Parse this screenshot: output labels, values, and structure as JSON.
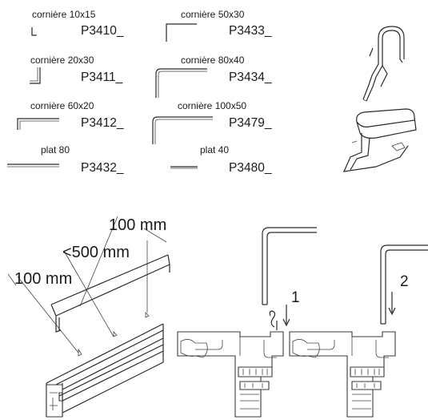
{
  "profiles": [
    {
      "name": "cornière 10x15",
      "code": "P3410_"
    },
    {
      "name": "cornière 50x30",
      "code": "P3433_"
    },
    {
      "name": "cornière 20x30",
      "code": "P3411_"
    },
    {
      "name": "cornière 80x40",
      "code": "P3434_"
    },
    {
      "name": "cornière 60x20",
      "code": "P3412_"
    },
    {
      "name": "cornière 100x50",
      "code": "P3479_"
    },
    {
      "name": "plat 80",
      "code": "P3432_"
    },
    {
      "name": "plat 40",
      "code": "P3480_"
    }
  ],
  "dimensions": {
    "top": "100 mm",
    "middle": "<500 mm",
    "left": "100 mm"
  },
  "steps": {
    "first": "1",
    "second": "2"
  }
}
